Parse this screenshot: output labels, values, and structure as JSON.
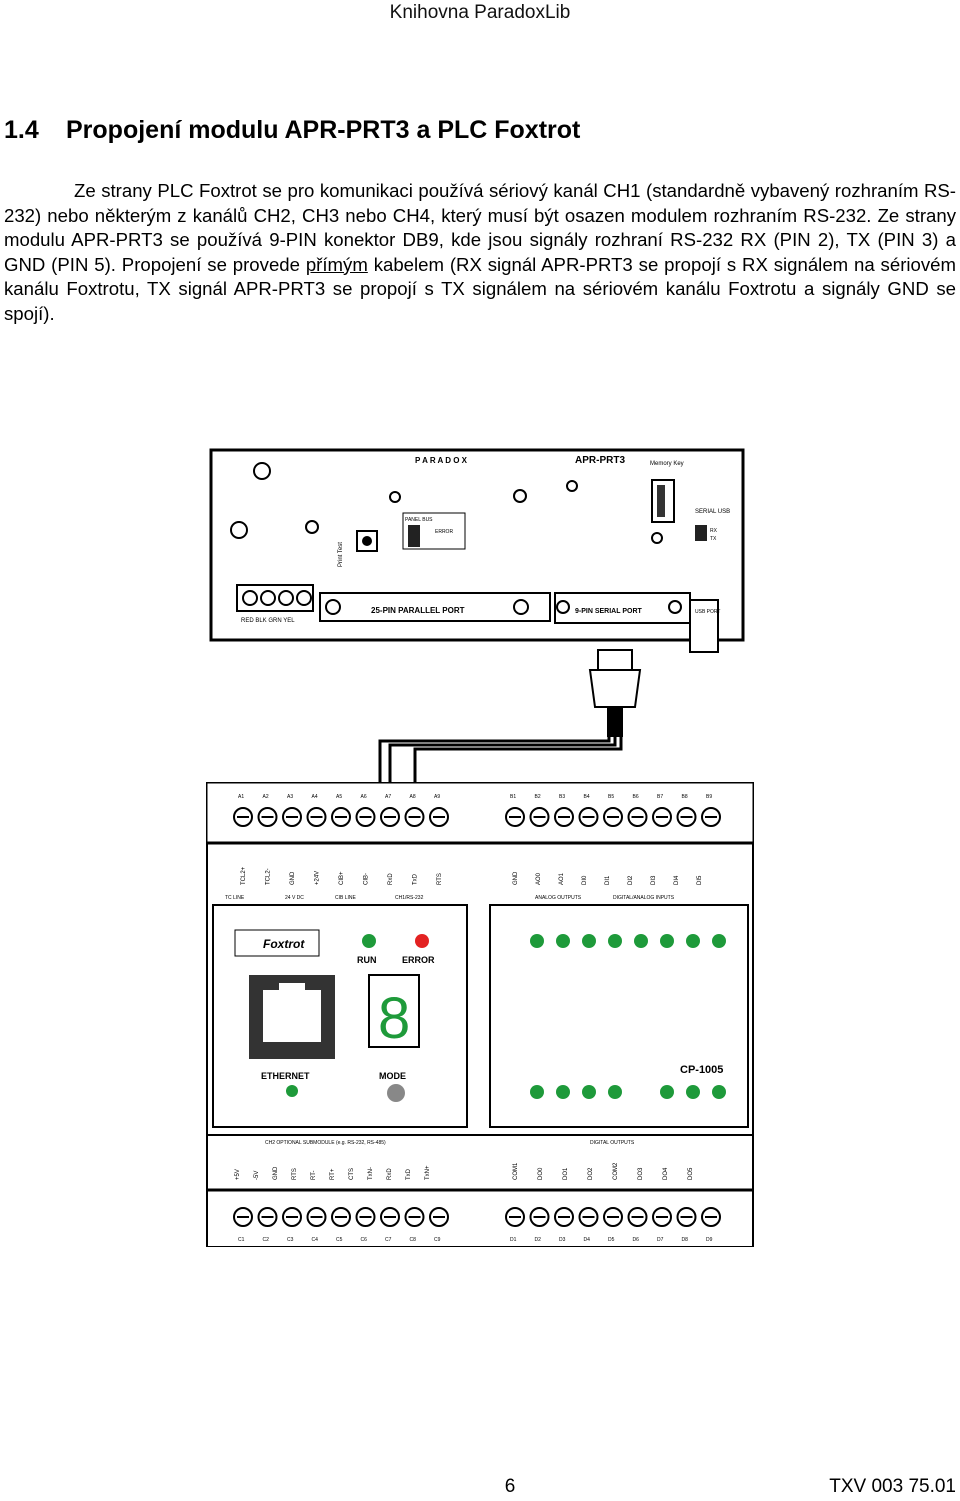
{
  "header": {
    "library": "Knihovna ParadoxLib"
  },
  "section": {
    "number": "1.4",
    "title": "Propojení modulu APR-PRT3 a PLC Foxtrot"
  },
  "body": {
    "part1": "Ze strany PLC Foxtrot se pro komunikaci používá sériový kanál CH1 (standardně vybavený rozhraním RS-232) nebo některým z kanálů CH2, CH3 nebo CH4, který musí být osazen modulem rozhraním RS-232. Ze strany modulu APR-PRT3 se používá 9-PIN konektor DB9, kde jsou signály rozhraní RS-232 RX (PIN 2), TX (PIN 3) a GND (PIN 5). Propojení se provede ",
    "underlined": "přímým",
    "part2": " kabelem (RX signál APR-PRT3 se propojí s RX signálem na sériovém kanálu Foxtrotu, TX signál APR-PRT3 se propojí s TX signálem na sériovém kanálu Foxtrotu a signály GND se spojí)."
  },
  "figure": {
    "apr": {
      "brand": "P A R A D O X",
      "model": "APR-PRT3",
      "memory_key": "Memory Key",
      "serial_usb": "SERIAL USB",
      "rx": "RX",
      "tx": "TX",
      "panel_bus": "PANEL BUS",
      "error": "ERROR",
      "print_test": "Print Test",
      "terminals": "RED BLK GRN YEL",
      "parallel_port": "25-PIN PARALLEL PORT",
      "serial_port": "9-PIN SERIAL PORT",
      "usb_port": "USB PORT"
    },
    "plc": {
      "top_terminals_a": [
        "A1",
        "A2",
        "A3",
        "A4",
        "A5",
        "A6",
        "A7",
        "A8",
        "A9"
      ],
      "top_terminals_b": [
        "B1",
        "B2",
        "B3",
        "B4",
        "B5",
        "B6",
        "B7",
        "B8",
        "B9"
      ],
      "top_signals": [
        "TCL2+",
        "TCL2-",
        "GND",
        "+24V",
        "CIB+",
        "CIB-",
        "RxD",
        "TxD",
        "RTS"
      ],
      "top_signals_right": [
        "GND",
        "AO0",
        "AO1",
        "DI0",
        "DI1",
        "DI2",
        "DI3",
        "DI4",
        "DI5"
      ],
      "groups_left": [
        "TC LINE",
        "24 V DC",
        "CIB LINE",
        "CH1/RS-232"
      ],
      "groups_right": [
        "ANALOG OUTPUTS",
        "DIGITAL/ANALOG INPUTS"
      ],
      "logo": "Foxtrot",
      "run": "RUN",
      "error": "ERROR",
      "ethernet": "ETHERNET",
      "mode": "MODE",
      "module": "CP-1005",
      "display_digit": "8",
      "bottom_group_left": "CH2 OPTIONAL SUBMODULE (e.g. RS-232, RS-485)",
      "bottom_group_right": "DIGITAL OUTPUTS",
      "bottom_signals": [
        "+5V",
        "-5V",
        "GND",
        "RTS",
        "RT-",
        "RT+",
        "CTS",
        "TxN-",
        "RxD",
        "TxD",
        "TxN+"
      ],
      "bottom_signals_right": [
        "COM1",
        "DO0",
        "DO1",
        "DO2",
        "COM2",
        "DO3",
        "DO4",
        "DO5"
      ],
      "bottom_terminals_c": [
        "C1",
        "C2",
        "C3",
        "C4",
        "C5",
        "C6",
        "C7",
        "C8",
        "C9"
      ],
      "bottom_terminals_d": [
        "D1",
        "D2",
        "D3",
        "D4",
        "D5",
        "D6",
        "D7",
        "D8",
        "D9"
      ]
    }
  },
  "footer": {
    "page": "6",
    "doc_code": "TXV 003 75.01"
  }
}
